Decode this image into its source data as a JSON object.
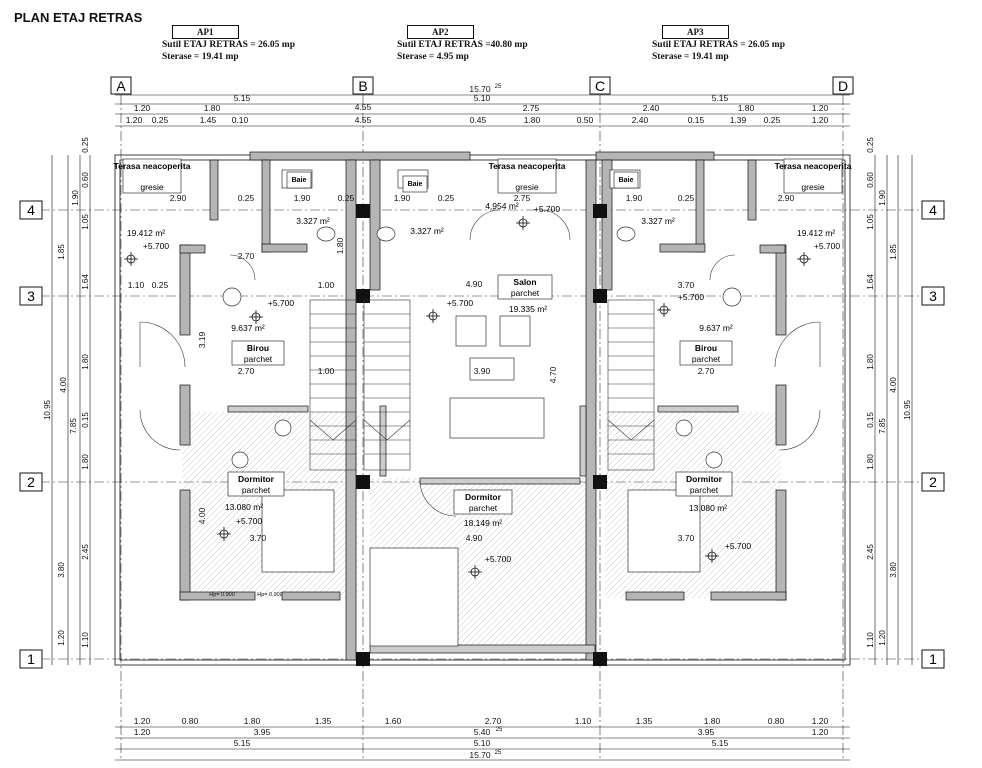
{
  "title": "PLAN ETAJ RETRAS",
  "apartments": [
    {
      "name": "AP1",
      "area": "Sutil ETAJ RETRAS = 26.05 mp",
      "terrace": "Sterase = 19.41 mp"
    },
    {
      "name": "AP2",
      "area": "Sutil ETAJ RETRAS =40.80 mp",
      "terrace": "Sterase = 4.95 mp"
    },
    {
      "name": "AP3",
      "area": "Sutil ETAJ RETRAS = 26.05 mp",
      "terrace": "Sterase = 19.41 mp"
    }
  ],
  "axes": {
    "columns": [
      "A",
      "B",
      "C",
      "D"
    ],
    "rows": [
      "4",
      "3",
      "2",
      "1"
    ]
  },
  "dims_top": {
    "total": "15.70",
    "total_sup": "25",
    "row2": [
      "5.15",
      "4.55",
      "5.10",
      "5.15"
    ],
    "row3": [
      "1.20",
      "1.80",
      "2.75",
      "2.40",
      "1.80",
      "1.20"
    ],
    "row4": [
      "1.20",
      "0.25",
      "1.45",
      "0.10",
      "4.55",
      "0.45",
      "1.80",
      "0.50",
      "2.40",
      "0.15",
      "1.39",
      "0.25",
      "1.20"
    ]
  },
  "dims_bottom": {
    "row1": [
      "1.20",
      "0.80",
      "1.80",
      "1.35",
      "1.60",
      "2.70",
      "1.10",
      "1.35",
      "1.80",
      "0.80",
      "1.20"
    ],
    "row2": [
      "1.20",
      "3.95",
      "5.40",
      "3.95",
      "1.20"
    ],
    "row2_sup": "25",
    "row3": [
      "5.15",
      "5.10",
      "5.15"
    ],
    "total": "15.70",
    "total_sup": "25"
  },
  "dims_side": {
    "left_outer": [
      "0.25",
      "1.90",
      "1.85",
      "10.95",
      "3.80",
      "1.20"
    ],
    "left_mid": [
      "0.60",
      "1.05",
      "1.64",
      "4.00",
      "1.80",
      "0.15",
      "1.80",
      "2.45",
      "1.10"
    ],
    "left_inner": [
      "7.85"
    ],
    "right_outer": [
      "0.25",
      "1.90",
      "1.85",
      "10.95",
      "3.80",
      "1.20"
    ],
    "right_mid": [
      "0.60",
      "1.05",
      "1.64",
      "4.00",
      "1.80",
      "0.15",
      "1.80",
      "2.45",
      "1.10"
    ],
    "right_inner": [
      "7.85"
    ]
  },
  "rooms": {
    "terrace_left": {
      "name": "Terasa neacoperita",
      "floor": "gresie",
      "area": "19.412 m²",
      "level": "+5.700"
    },
    "terrace_mid": {
      "name": "Terasa neacoperita",
      "floor": "gresie",
      "area": "4.954 m²",
      "level": "+5.700"
    },
    "terrace_right": {
      "name": "Terasa neacoperita",
      "floor": "gresie",
      "area": "19.412 m²",
      "level": "+5.700"
    },
    "bath_left": {
      "name": "Baie",
      "area": "3.327 m²"
    },
    "bath_mid": {
      "name": "Baie",
      "area": "3.327 m²"
    },
    "bath_right": {
      "name": "Baie",
      "area": "3.327 m²"
    },
    "office_left": {
      "name": "Birou",
      "floor": "parchet",
      "area": "9.637 m²",
      "level": "+5.700"
    },
    "office_right": {
      "name": "Birou",
      "floor": "parchet",
      "area": "9.637 m²",
      "level": "+5.700"
    },
    "living": {
      "name": "Salon",
      "floor": "parchet",
      "area": "19.335 m²",
      "level": "+5.700"
    },
    "bed_left": {
      "name": "Dormitor",
      "floor": "parchet",
      "area": "13.080 m²",
      "level": "+5.700"
    },
    "bed_mid": {
      "name": "Dormitor",
      "floor": "parchet",
      "area": "18.149 m²",
      "level": "+5.700"
    },
    "bed_right": {
      "name": "Dormitor",
      "floor": "parchet",
      "area": "13.080 m²",
      "level": "+5.700"
    }
  },
  "inner_dims": [
    "2.90",
    "0.25",
    "1.90",
    "0.25",
    "1.90",
    "0.25",
    "2.75",
    "1.90",
    "0.25",
    "2.90",
    "2.70",
    "1.00",
    "4.90",
    "3.70",
    "1.10",
    "0.25",
    "2.70",
    "1.00",
    "3.90",
    "2.70",
    "3.70",
    "4.90",
    "4.70",
    "3.70",
    "3.19",
    "4.00",
    "1.80"
  ],
  "window_labels": [
    "Hp= 0.900",
    "Hp= 0.900"
  ]
}
